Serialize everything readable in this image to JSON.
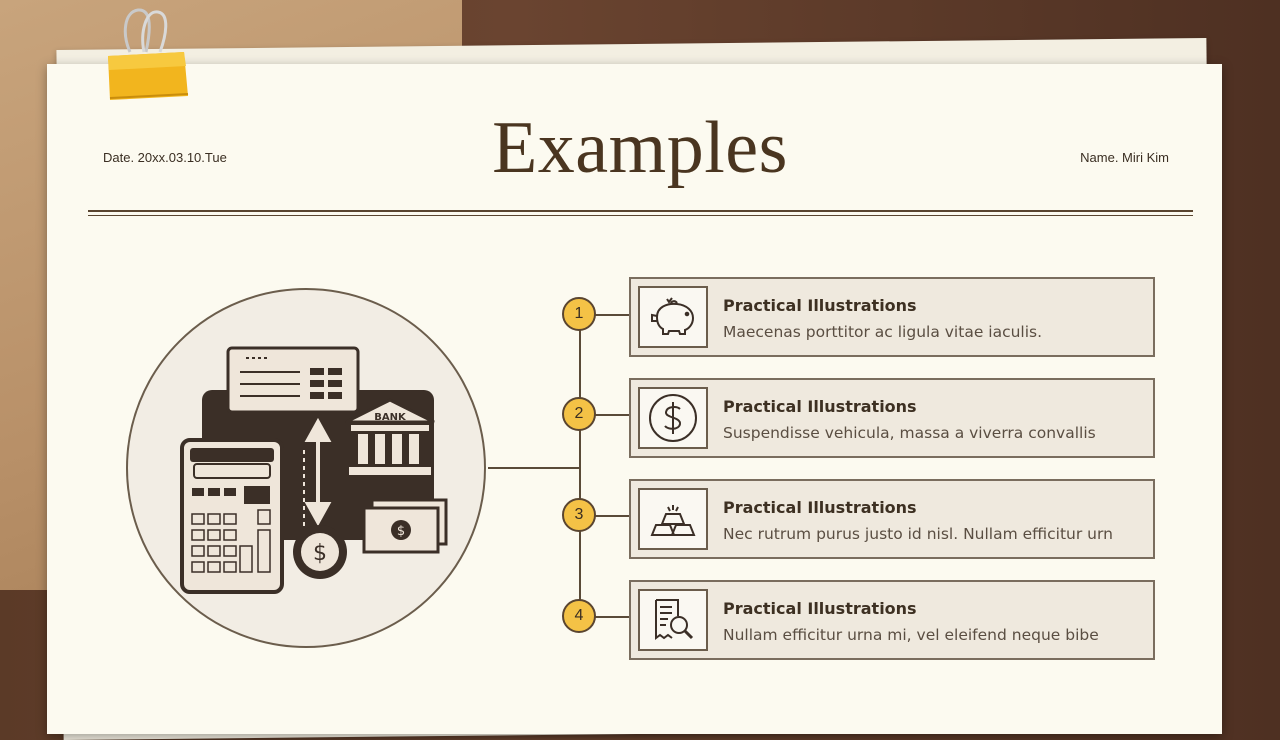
{
  "header": {
    "date": "Date. 20xx.03.10.Tue",
    "title": "Examples",
    "name": "Name. Miri Kim"
  },
  "illustration": {
    "bank_label": "BANK",
    "coin_symbol": "$",
    "bill_symbol": "$"
  },
  "items": [
    {
      "number": "1",
      "icon": "piggy-bank-icon",
      "title": "Practical Illustrations",
      "desc": "Maecenas porttitor ac ligula vitae iaculis."
    },
    {
      "number": "2",
      "icon": "dollar-coin-icon",
      "title": "Practical Illustrations",
      "desc": "Suspendisse vehicula, massa a viverra convallis"
    },
    {
      "number": "3",
      "icon": "gold-bars-icon",
      "title": "Practical Illustrations",
      "desc": "Nec rutrum purus justo id nisl. Nullam efficitur urn"
    },
    {
      "number": "4",
      "icon": "document-search-icon",
      "title": "Practical Illustrations",
      "desc": "Nullam efficitur urna mi, vel eleifend neque bibe"
    }
  ],
  "colors": {
    "accent_yellow": "#f4c246",
    "ink_brown": "#4a3520",
    "paper": "#fcfaf0",
    "card_bg": "#efe9de"
  }
}
